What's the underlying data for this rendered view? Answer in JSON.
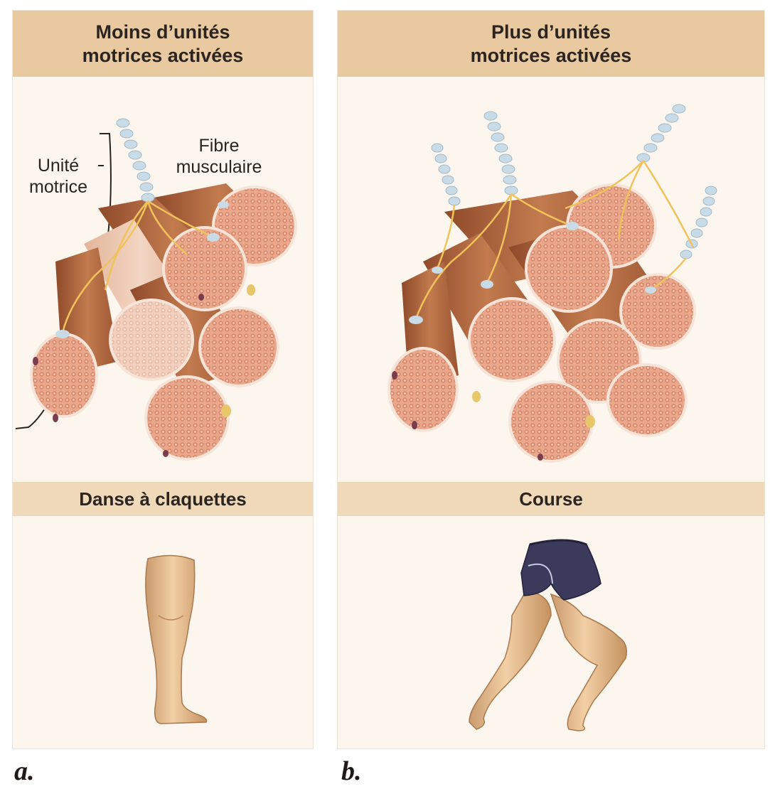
{
  "panels": [
    {
      "header_line1": "Moins d’unités",
      "header_line2": "motrices activées",
      "label_motor_unit_line1": "Unité",
      "label_motor_unit_line2": "motrice",
      "label_fiber_line1": "Fibre",
      "label_fiber_line2": "musculaire",
      "activity": "Danse à claquettes",
      "letter": "a."
    },
    {
      "header_line1": "Plus d’unités",
      "header_line2": "motrices activées",
      "activity": "Course",
      "letter": "b."
    }
  ],
  "colors": {
    "header": "#e8c9a0",
    "subheader": "#f0d9b9",
    "panel_bg": "#fbf1e6",
    "fiber_pink": "#e9a88c",
    "fiber_brown": "#b36a41",
    "nerve": "#f0c35a",
    "myelin": "#c9dbe6",
    "skin": "#e8c39a",
    "shorts": "#3c3a5c"
  }
}
